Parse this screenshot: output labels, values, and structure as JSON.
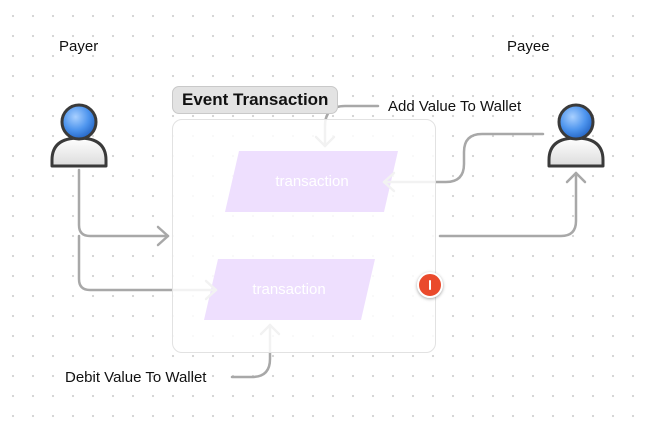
{
  "actors": {
    "payer": {
      "label": "Payer",
      "icon": "user-icon"
    },
    "payee": {
      "label": "Payee",
      "icon": "user-icon"
    }
  },
  "group": {
    "title": "Event Transaction"
  },
  "nodes": {
    "top": {
      "label": "transaction"
    },
    "bottom": {
      "label": "transaction"
    }
  },
  "annotations": {
    "add_value": "Add Value To Wallet",
    "debit_value": "Debit Value To Wallet"
  },
  "warning": {
    "icon": "warning-icon",
    "color": "#ea4a2c"
  },
  "colors": {
    "node_fill": "#8b2cf5",
    "connector": "#a8a8a8",
    "actor_head": "#4e95ee"
  }
}
